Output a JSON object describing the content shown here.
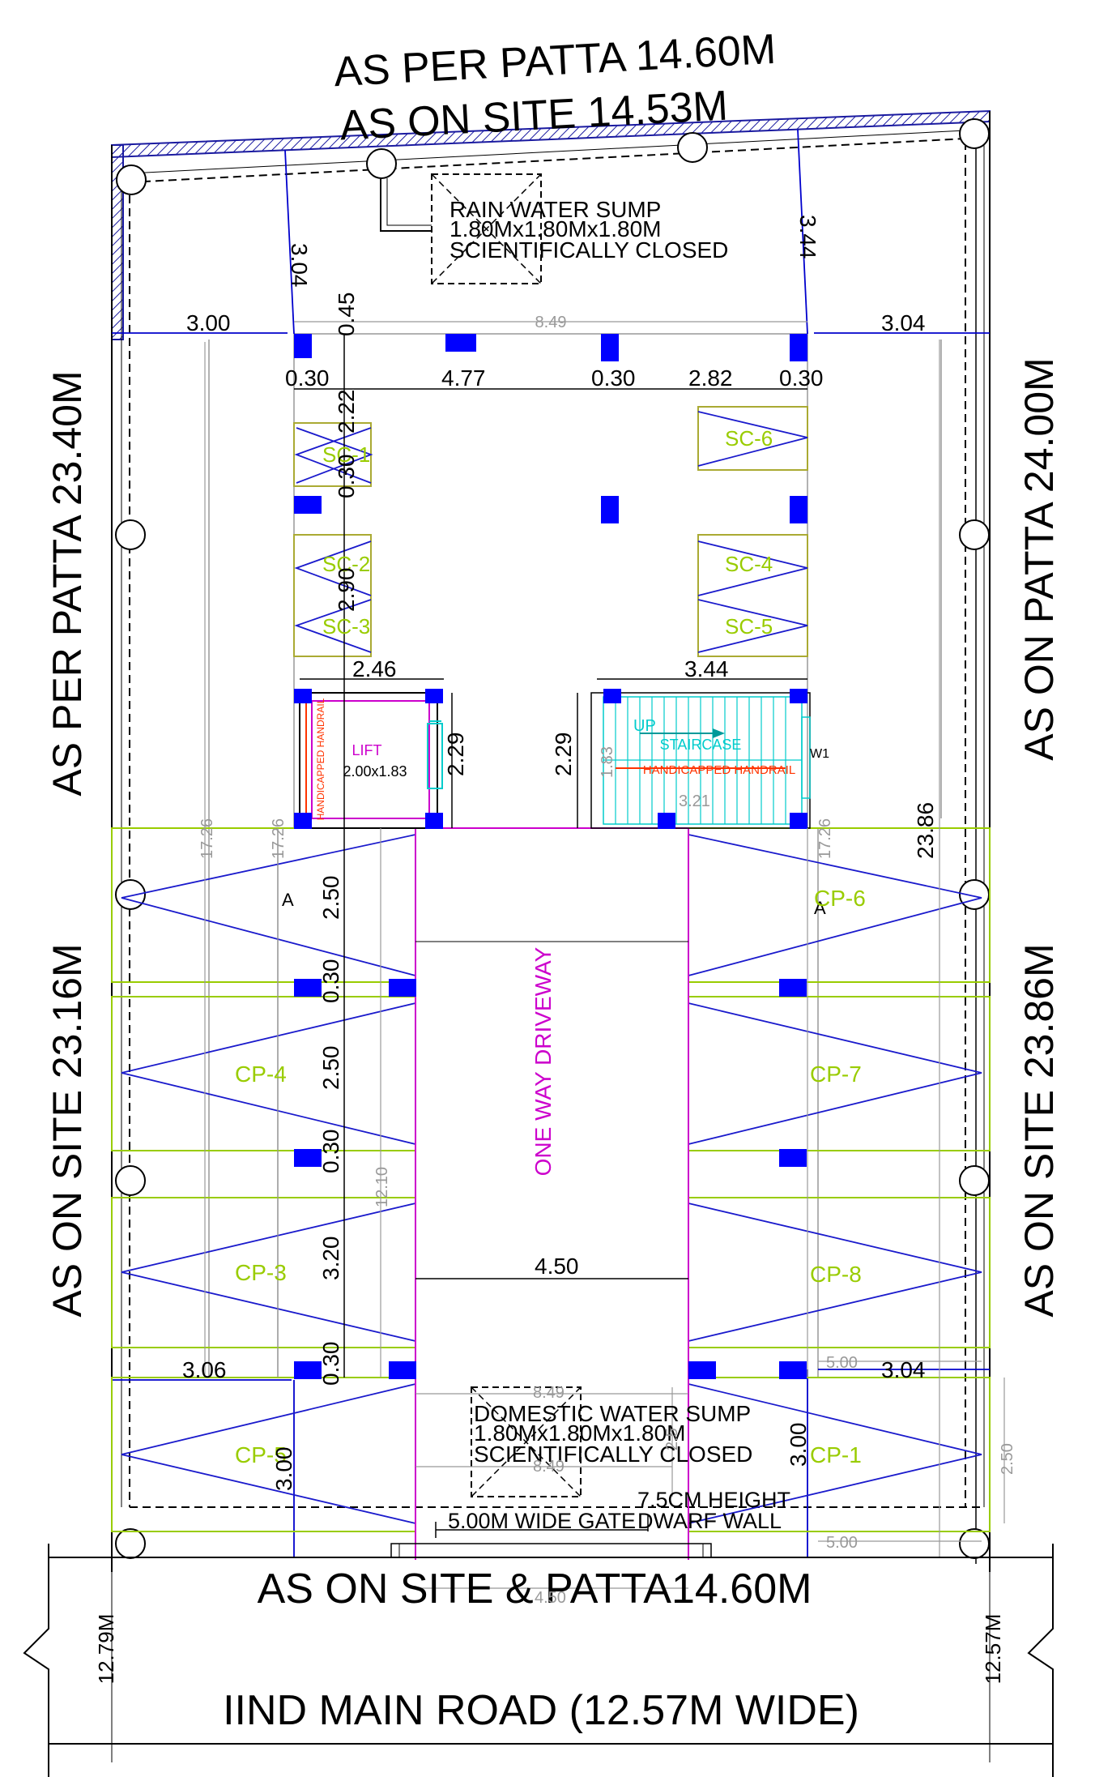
{
  "boundary": {
    "top_patta": "AS PER PATTA 14.60M",
    "top_site": "AS ON SITE 14.53M",
    "left_patta": "AS PER  PATTA 23.40M",
    "left_site": "AS ON SITE  23.16M",
    "right_patta": "AS ON PATTA 24.00M",
    "right_site": "AS ON SITE 23.86M",
    "front": "AS ON SITE & PATTA14.60M",
    "road": "IIND MAIN ROAD (12.57M WIDE)",
    "road_left": "12.79M",
    "road_right": "12.57M"
  },
  "sumps": {
    "rain": [
      "RAIN WATER SUMP",
      "1.80Mx1.80Mx1.80M",
      "SCIENTIFICALLY CLOSED"
    ],
    "domestic": [
      "DOMESTIC WATER SUMP",
      "1.80Mx1.80Mx1.80M",
      "SCIENTIFICALLY CLOSED"
    ]
  },
  "lift": {
    "label": "LIFT",
    "size": "2.00x1.83",
    "handrail": "HANDICAPPED HANDRAIL"
  },
  "staircase": {
    "label": "STAIRCASE",
    "up": "UP",
    "handrail": "HANDICAPPED HANDRAIL",
    "window": "W1"
  },
  "driveway": "ONE WAY DRIVEWAY",
  "gate": "5.00M WIDE GATE",
  "dwarf_wall": [
    "7.5CM HEIGHT",
    "DWARF WALL"
  ],
  "section_mark": "A",
  "scooters": [
    "SC-1",
    "SC-2",
    "SC-3",
    "SC-4",
    "SC-5",
    "SC-6"
  ],
  "car_parks": [
    "CP-1",
    "CP-3",
    "CP-4",
    "CP-5",
    "CP-6",
    "CP-7",
    "CP-8"
  ],
  "dims": {
    "top_left_edge": "3.04",
    "top_right_edge": "3.44",
    "setback_left": "3.00",
    "setback_right": "3.04",
    "width_grey": "8.49",
    "col_spacing": [
      "0.30",
      "4.77",
      "0.30",
      "2.82",
      "0.30"
    ],
    "v_045": "0.45",
    "v_222": "2.22",
    "v_030": "0.30",
    "v_290": "2.90",
    "lift_w": "2.46",
    "lift_h": "2.29",
    "stair_w": "3.44",
    "stair_h": "2.29",
    "stair_inner": "3.21",
    "stair_side": "1.83",
    "left_grey": "17.26",
    "right_grey": "17.26",
    "right_total": "23.86",
    "cp_250a": "2.50",
    "cp_250b": "2.50",
    "cp_320": "3.20",
    "mid_grey": "12.10",
    "driveway_w": "4.50",
    "front_setback_left": "3.06",
    "front_setback_right": "3.04",
    "front_left_v": "3.00",
    "front_right_v": "3.00",
    "grey_500": "5.00",
    "grey_250": "2.50",
    "grey_849_a": "8.49",
    "grey_849_b": "8.49",
    "grey_450": "4.50",
    "sump_v": "2.5"
  },
  "colors": {
    "outline": "#000000",
    "column": "#0000ff",
    "parking": "#99cc00",
    "lift": "#cc00cc",
    "stair": "#00cccc",
    "handrail": "#ff3300",
    "dim_grey": "#999999"
  }
}
